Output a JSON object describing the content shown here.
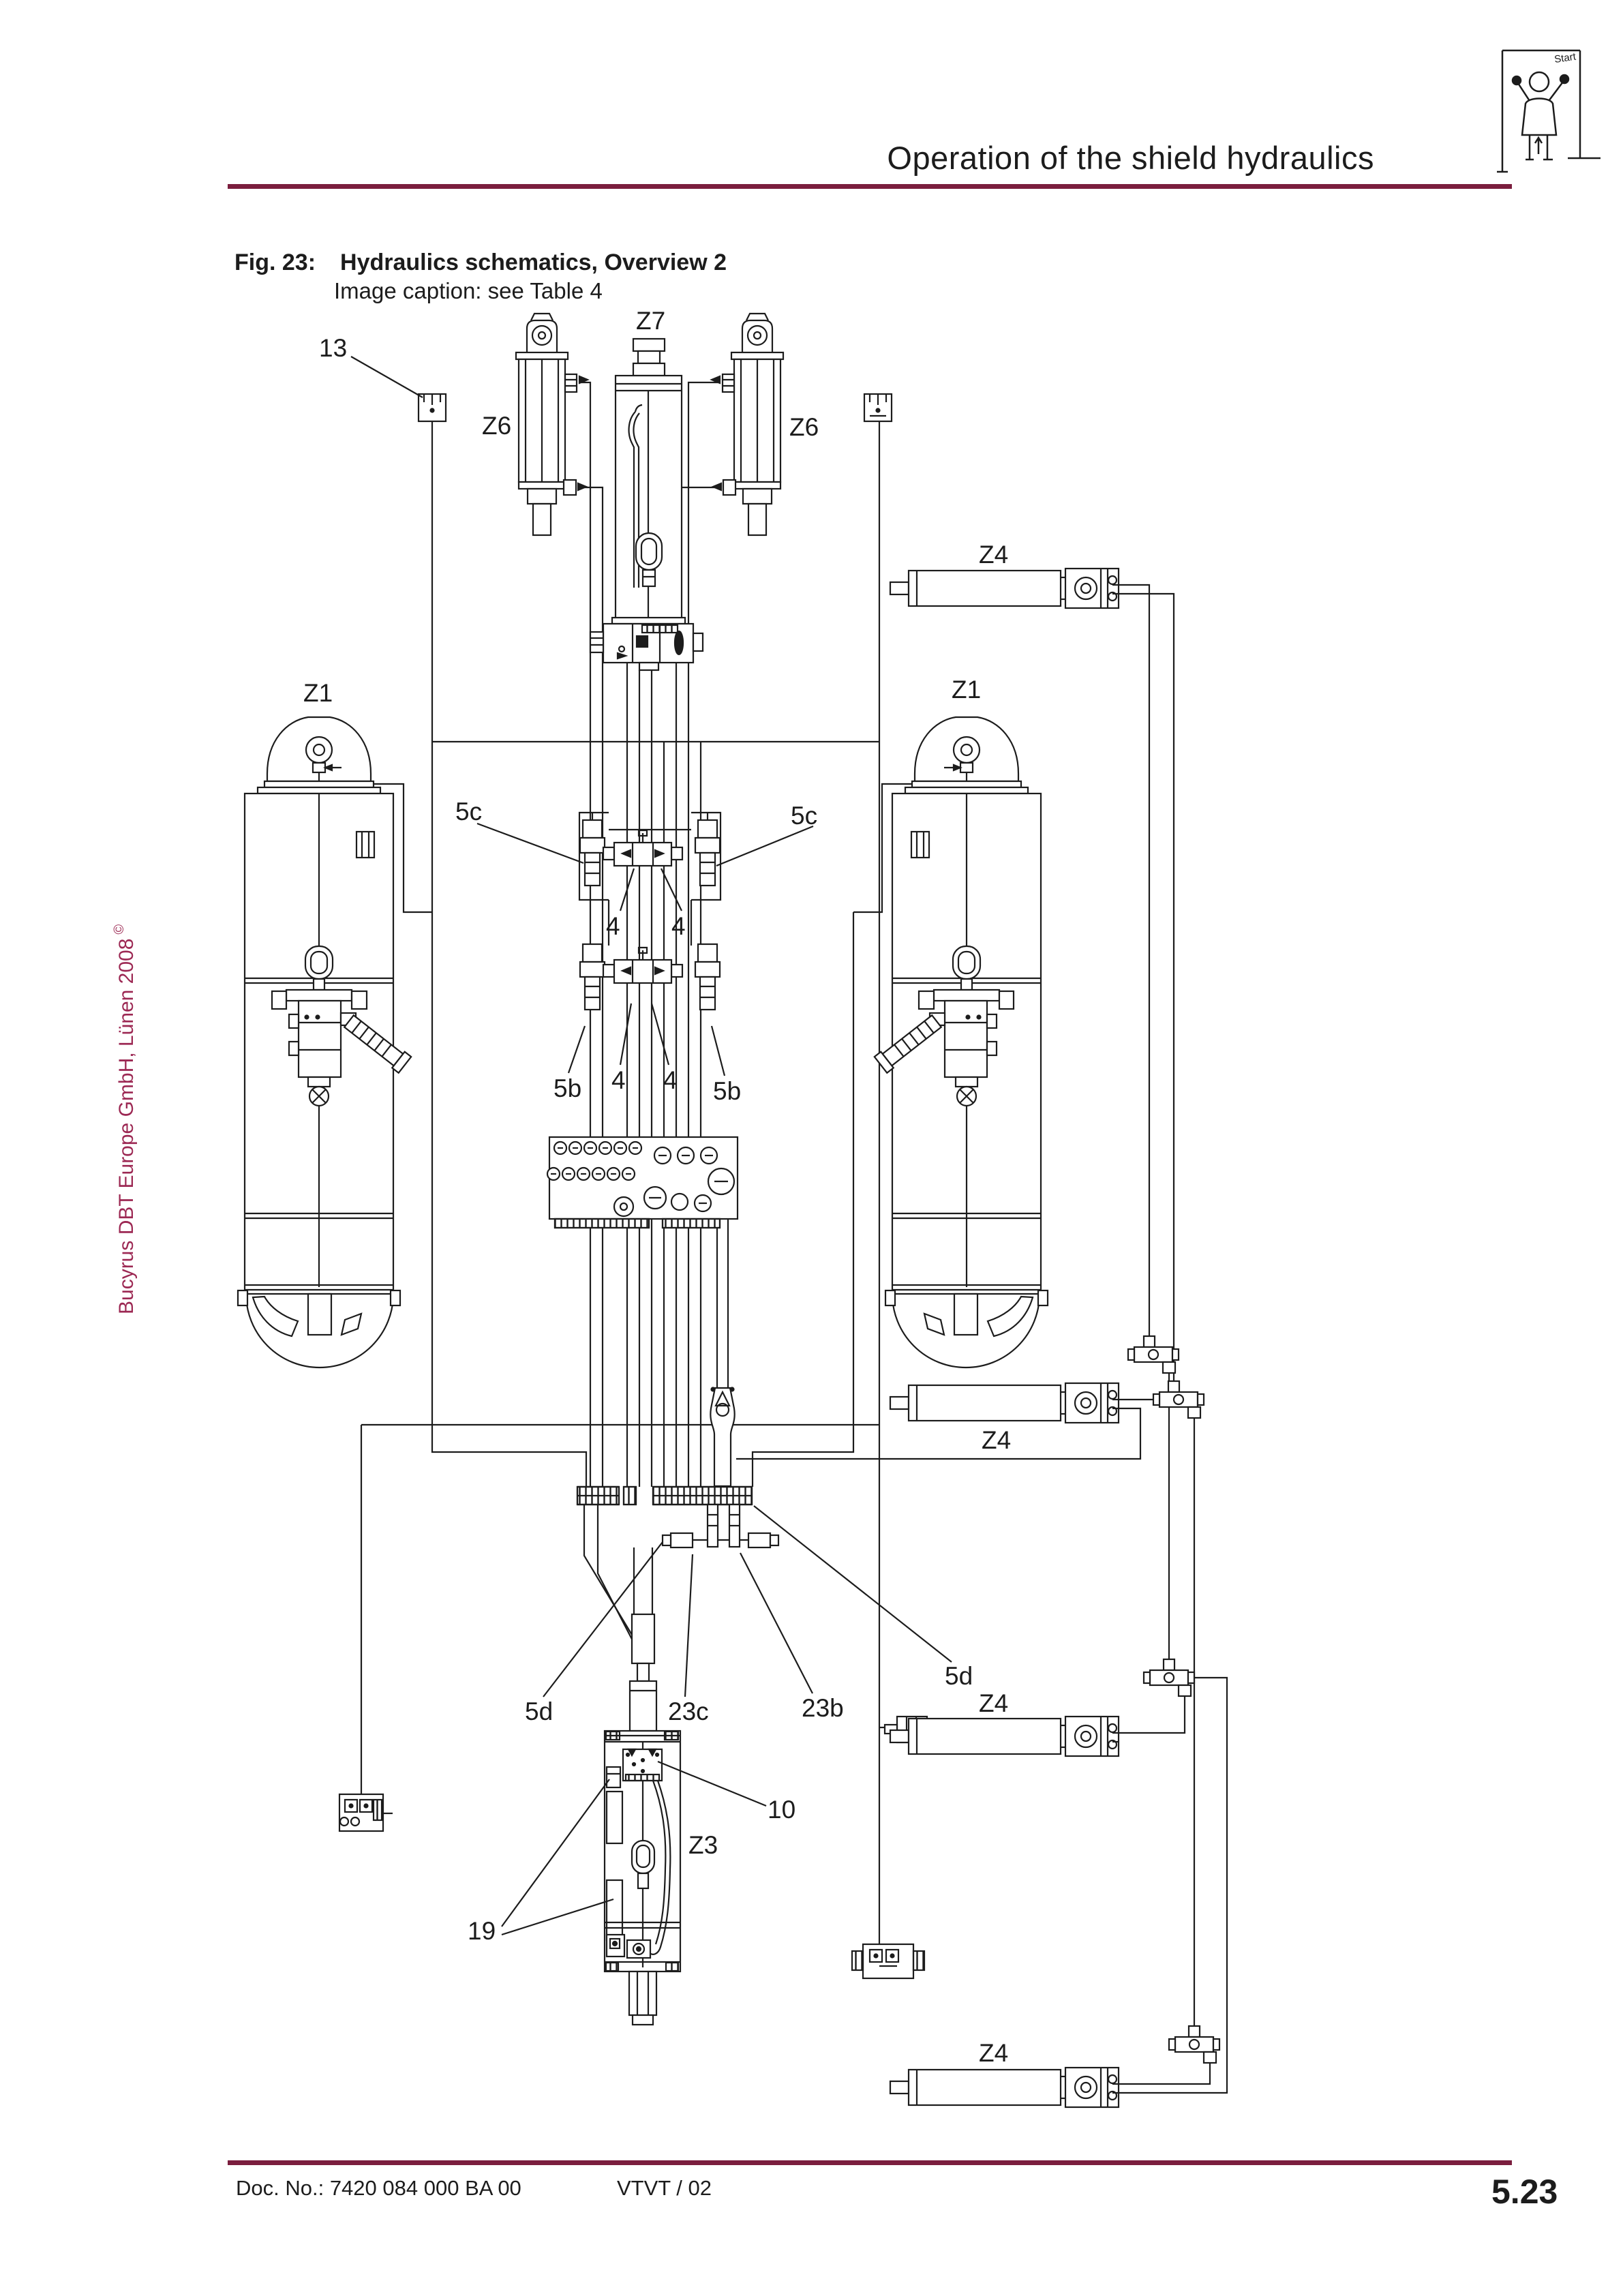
{
  "header": {
    "title": "Operation of the shield hydraulics",
    "icon_label": "Start"
  },
  "figure_caption": {
    "label": "Fig. 23:",
    "title": "Hydraulics schematics, Overview 2",
    "subtitle": "Image caption: see Table 4"
  },
  "diagram": {
    "labels": {
      "l13": "13",
      "z7": "Z7",
      "z6l": "Z6",
      "z6r": "Z6",
      "z1l": "Z1",
      "z1r": "Z1",
      "z4_1": "Z4",
      "z4_2": "Z4",
      "z4_3": "Z4",
      "z4_4": "Z4",
      "c5l": "5c",
      "c5r": "5c",
      "b5l": "5b",
      "b5r": "5b",
      "f4ul": "4",
      "f4ur": "4",
      "f4ll": "4",
      "f4lr": "4",
      "d5l": "5d",
      "d5r": "5d",
      "n23c": "23c",
      "n23b": "23b",
      "n10": "10",
      "z3": "Z3",
      "n19": "19"
    }
  },
  "sidebar": {
    "copyright": "Bucyrus DBT Europe GmbH, Lünen 2008",
    "symbol": "©"
  },
  "footer": {
    "doc_no": "Doc. No.: 7420 084 000 BA 00",
    "code": "VTVT / 02",
    "page_no": "5.23"
  },
  "colors": {
    "rule": "#7b1e3e",
    "sidebar_text": "#9c2853",
    "ink": "#1c1c1c"
  }
}
